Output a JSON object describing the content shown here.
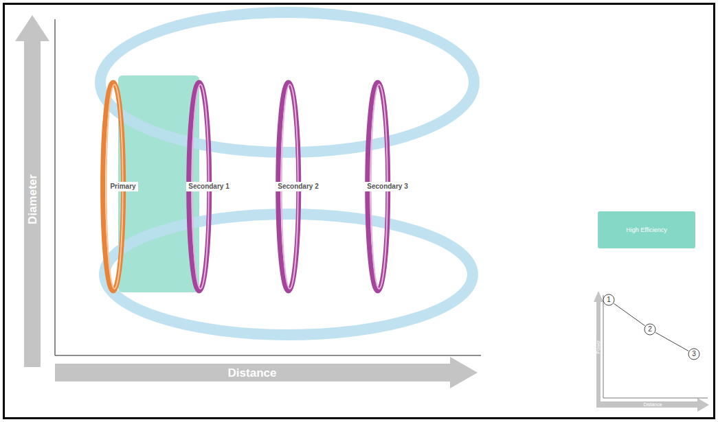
{
  "diagram": {
    "nodes": [
      {
        "text": [
          "Primary"
        ]
      },
      {
        "text": [
          "Secondary 1"
        ]
      },
      {
        "text": [
          "Secondary 2"
        ]
      },
      {
        "text": [
          "Secondary 3"
        ]
      },
      {
        "text": [
          "1"
        ]
      },
      {
        "text": [
          "2"
        ]
      },
      {
        "text": [
          "3"
        ]
      }
    ],
    "edges": [
      {
        "from": 4,
        "to": 5,
        "arrow": "none"
      },
      {
        "from": 5,
        "to": 6,
        "arrow": "none"
      }
    ],
    "labels": [
      "Diameter",
      "Distance",
      "Power",
      "Distance"
    ],
    "legend": [
      {
        "text": "High Efficiency",
        "color": "#86d8c6"
      }
    ]
  }
}
